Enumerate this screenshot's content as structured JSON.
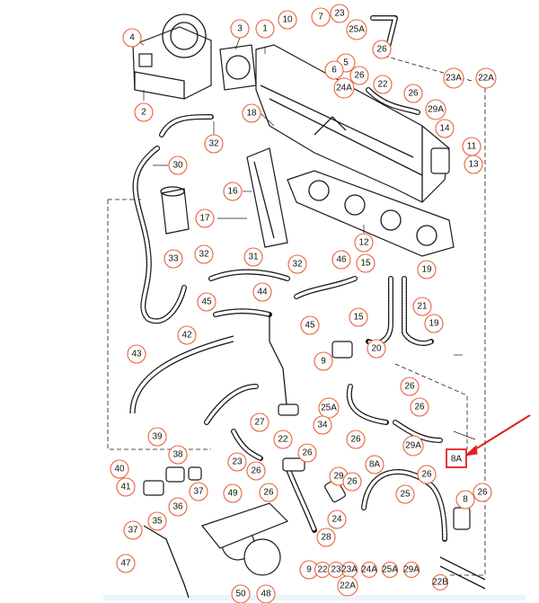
{
  "diagram": {
    "callouts": [
      "4",
      "3",
      "1",
      "10",
      "7",
      "23",
      "25A",
      "26",
      "5",
      "6",
      "26",
      "24A",
      "22",
      "23A",
      "22A",
      "2",
      "32",
      "18",
      "26",
      "29A",
      "14",
      "11",
      "13",
      "30",
      "16",
      "17",
      "12",
      "33",
      "32",
      "31",
      "32",
      "46",
      "15",
      "19",
      "45",
      "44",
      "45",
      "21",
      "15",
      "19",
      "20",
      "42",
      "43",
      "9",
      "25A",
      "26",
      "26",
      "27",
      "34",
      "39",
      "38",
      "22",
      "26",
      "26",
      "29A",
      "8A",
      "40",
      "41",
      "37",
      "36",
      "23",
      "26",
      "29",
      "26",
      "26",
      "8",
      "26",
      "35",
      "49",
      "26",
      "25",
      "24",
      "37",
      "28",
      "47",
      "50",
      "48",
      "9",
      "22",
      "23",
      "23A",
      "24A",
      "25A",
      "29A",
      "22B",
      "22A"
    ],
    "highlight_label": "8A",
    "arrow_color": "#e02020",
    "callout_color": "#e8643c"
  }
}
